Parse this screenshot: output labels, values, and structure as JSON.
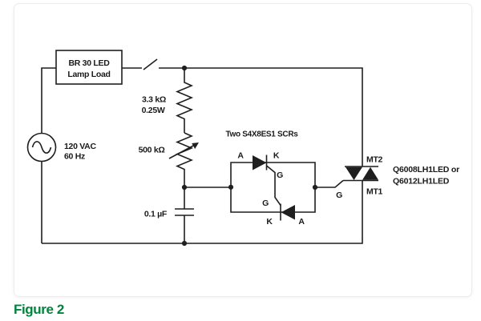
{
  "caption": {
    "text": "Figure 2"
  },
  "colors": {
    "line": "#1f1f1f",
    "text": "#1a1a1a",
    "accent_green": "#00843D",
    "card_border": "#ececec",
    "background": "#ffffff"
  },
  "circuit": {
    "lamp_load": {
      "line1": "BR 30 LED",
      "line2": "Lamp Load"
    },
    "ac_source": {
      "voltage": "120 VAC",
      "frequency": "60 Hz"
    },
    "fixed_resistor": {
      "value": "3.3 kΩ",
      "rating": "0.25W"
    },
    "potentiometer": {
      "value": "500 kΩ"
    },
    "capacitor": {
      "value": "0.1 µF"
    },
    "scr_pair": {
      "heading": "Two S4X8ES1 SCRs",
      "top_scr": {
        "anode_label": "A",
        "cathode_label": "K",
        "gate_label": "G"
      },
      "bottom_scr": {
        "anode_label": "A",
        "cathode_label": "K",
        "gate_label": "G"
      }
    },
    "triac": {
      "mt2_label": "MT2",
      "mt1_label": "MT1",
      "gate_label": "G",
      "part_line1": "Q6008LH1LED or",
      "part_line2": "Q6012LH1LED"
    }
  }
}
